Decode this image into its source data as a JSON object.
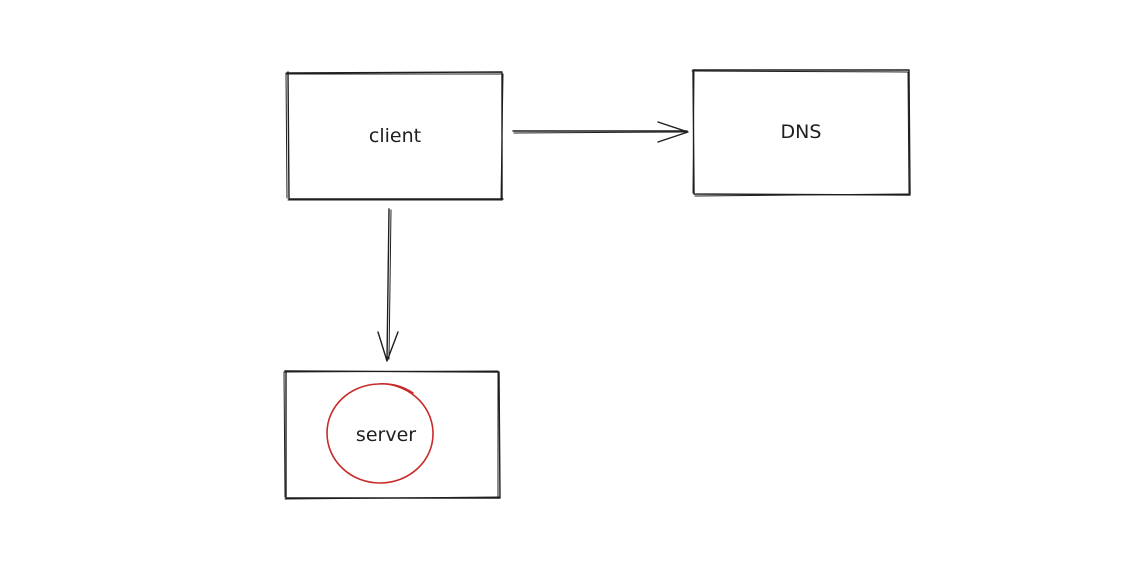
{
  "nodes": {
    "client": {
      "label": "client"
    },
    "dns": {
      "label": "DNS"
    },
    "server": {
      "label": "server"
    }
  },
  "edges": [
    {
      "from": "client",
      "to": "DNS"
    },
    {
      "from": "client",
      "to": "server"
    }
  ],
  "highlight": {
    "target": "server",
    "shape": "circle",
    "color": "#c92a2a"
  },
  "colors": {
    "stroke": "#1e1e1e",
    "background": "#ffffff"
  }
}
